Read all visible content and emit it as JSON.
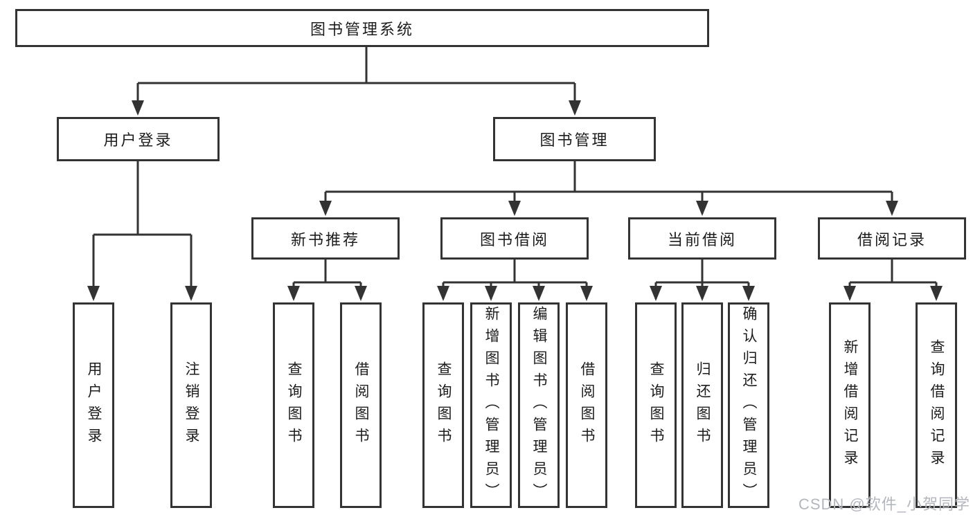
{
  "diagram_title": "图书管理系统",
  "tree": {
    "root": "图书管理系统",
    "branches": [
      {
        "label": "用户登录",
        "children": [
          "用户登录",
          "注销登录"
        ]
      },
      {
        "label": "图书管理",
        "groups": [
          {
            "label": "新书推荐",
            "children": [
              "查询图书",
              "借阅图书"
            ]
          },
          {
            "label": "图书借阅",
            "children": [
              "查询图书",
              "新增图书（管理员）",
              "编辑图书（管理员）",
              "借阅图书"
            ]
          },
          {
            "label": "当前借阅",
            "children": [
              "查询图书",
              "归还图书",
              "确认归还（管理员）"
            ]
          },
          {
            "label": "借阅记录",
            "children": [
              "新增借阅记录",
              "查询借阅记录"
            ]
          }
        ]
      }
    ]
  },
  "watermark": "CSDN @软件_小贺同学",
  "colors": {
    "line": "#333333",
    "box_fill": "#ffffff",
    "text": "#1c1c1c",
    "background": "#ffffff",
    "watermark": "#b3b7bd"
  }
}
